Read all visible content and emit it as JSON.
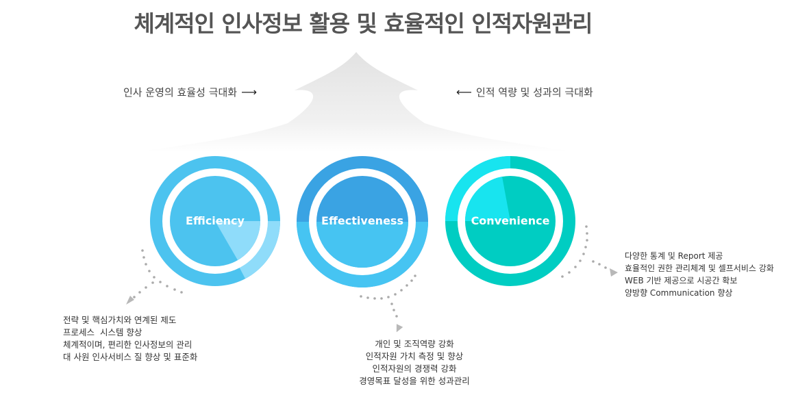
{
  "title": "체계적인 인사정보 활용 및 효율적인 인적자원관리",
  "left_goal": "인사 운영의 효율성 극대화",
  "right_goal": "인적 역량 및 성과의 극대화",
  "circles": [
    {
      "label": "Efficiency",
      "color": "#4cc3ef"
    },
    {
      "label": "Effectiveness",
      "color": "#3aa3e3"
    },
    {
      "label": "Convenience",
      "color": "#00cdc2"
    }
  ],
  "efficiency_points": [
    "전략 및 핵심가치와 연계된 제도",
    "프로세스  시스템 향상",
    "체계적이며, 편리한 인사정보의 관리",
    "대 사원 인사서비스 질 향상 및 표준화"
  ],
  "effectiveness_points": [
    "개인 및 조직역량 강화",
    "인적자원 가치 측정 및 향상",
    "인적자원의 경쟁력 강화",
    "경영목표 달성을 위한 성과관리"
  ],
  "convenience_points": [
    "다양한 통계 및 Report 제공",
    "효율적인 권한 관리체계 및 셀프서비스 강화",
    "WEB 기반 제공으로 시공간 확보",
    "양방향 Communication 향상"
  ]
}
